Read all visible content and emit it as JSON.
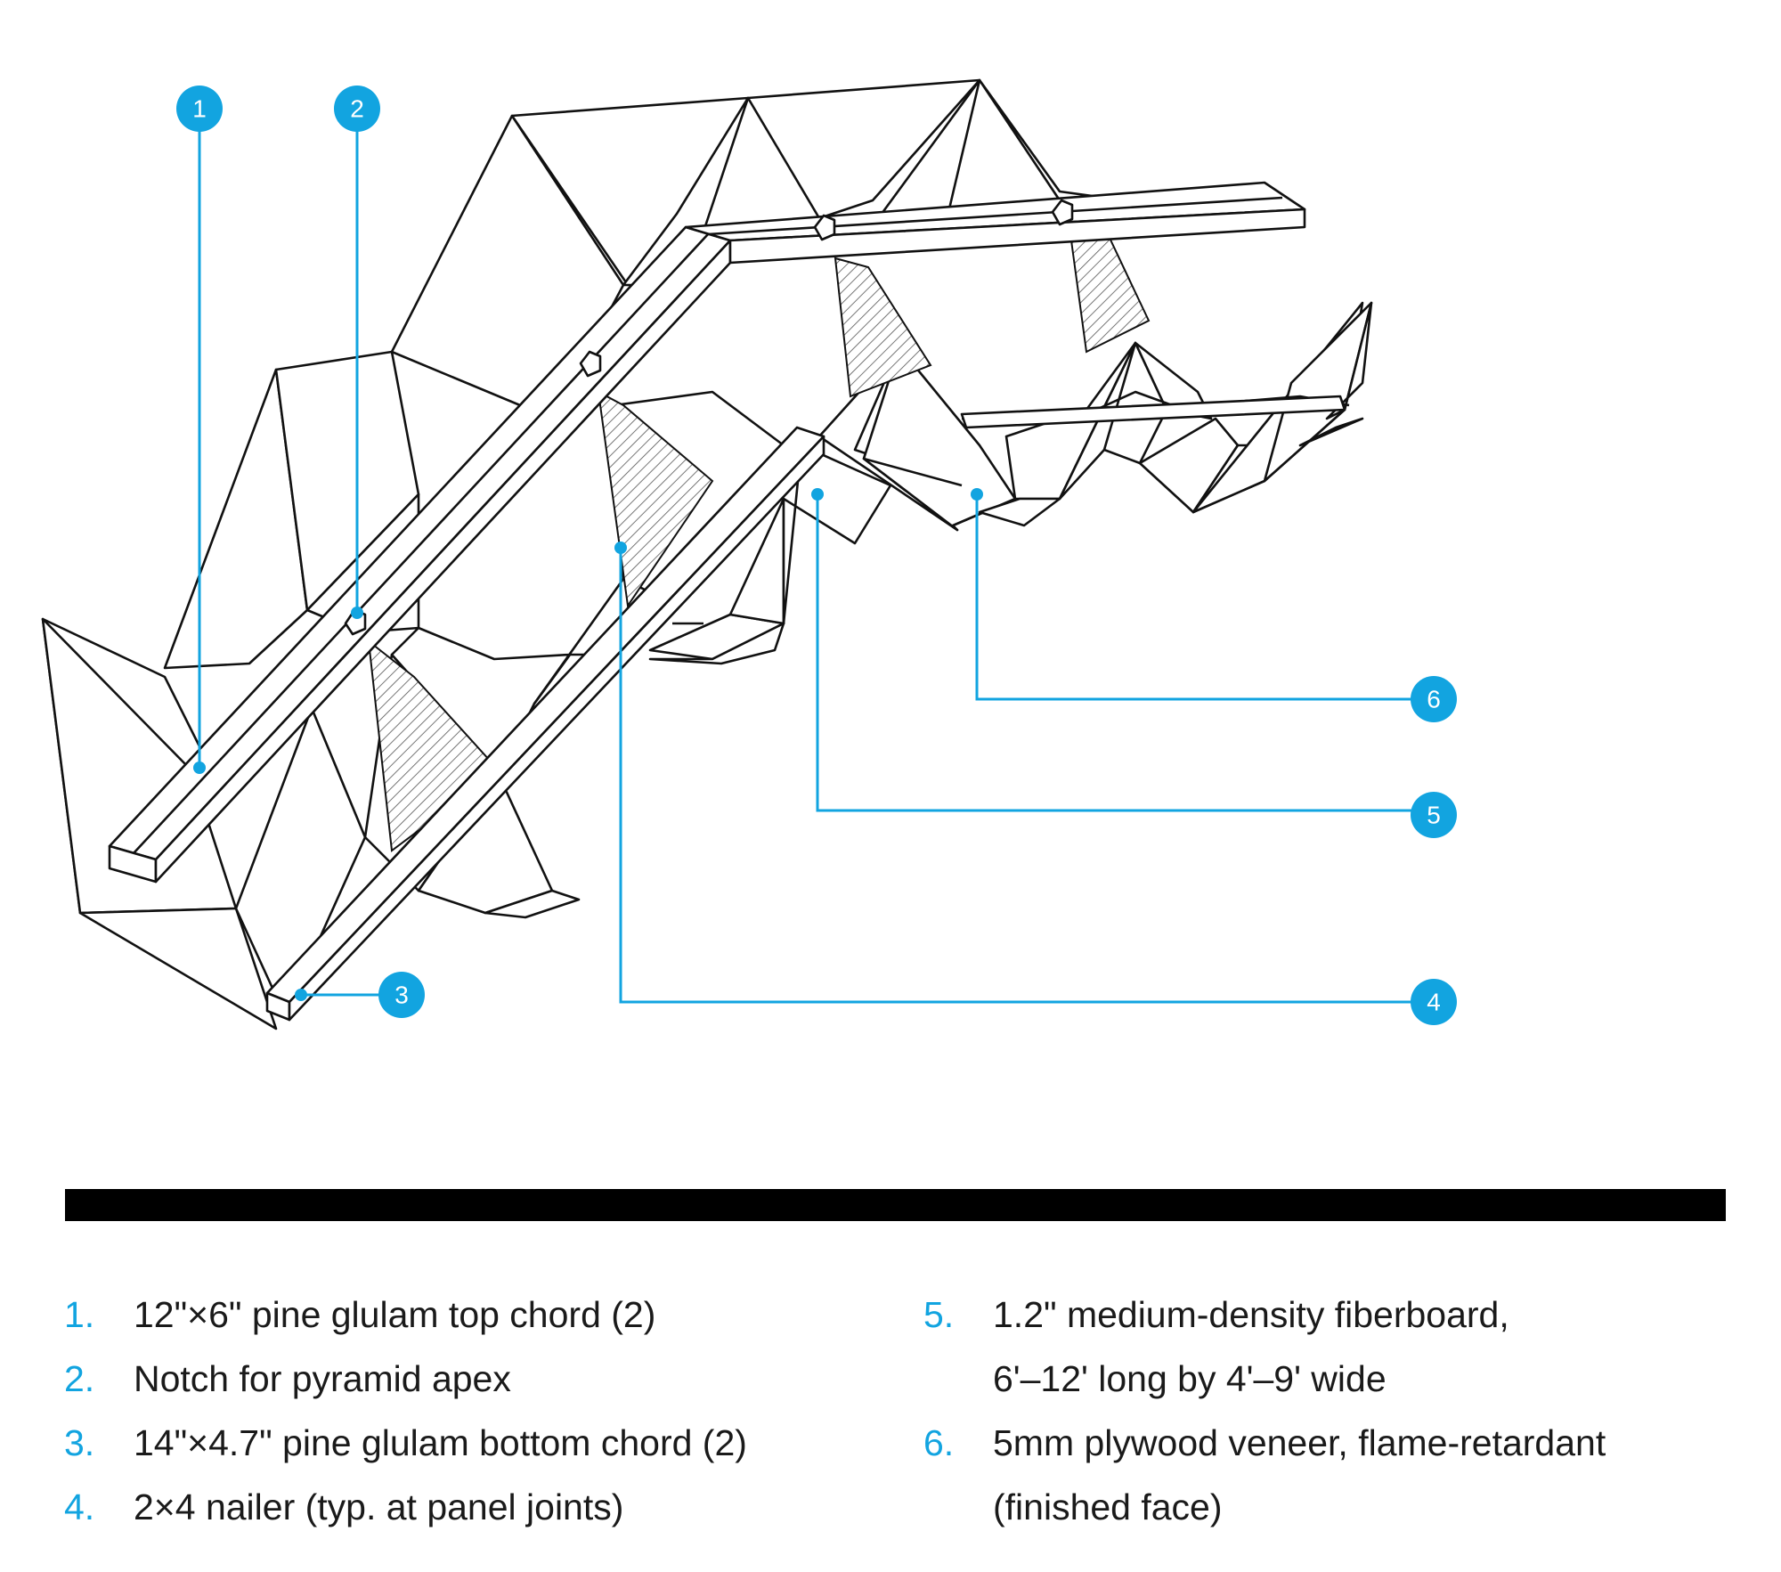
{
  "callouts": [
    {
      "id": "1",
      "label": "1"
    },
    {
      "id": "2",
      "label": "2"
    },
    {
      "id": "3",
      "label": "3"
    },
    {
      "id": "4",
      "label": "4"
    },
    {
      "id": "5",
      "label": "5"
    },
    {
      "id": "6",
      "label": "6"
    }
  ],
  "legend": {
    "left": [
      {
        "num": "1.",
        "text": "12\"×6\" pine glulam top chord (2)"
      },
      {
        "num": "2.",
        "text": "Notch for pyramid apex"
      },
      {
        "num": "3.",
        "text": "14\"×4.7\" pine glulam bottom chord (2)"
      },
      {
        "num": "4.",
        "text": "2×4 nailer (typ. at panel joints)"
      }
    ],
    "right": [
      {
        "num": "5.",
        "text": "1.2\" medium-density fiberboard,\n6'–12' long by 4'–9' wide"
      },
      {
        "num": "6.",
        "text": "5mm plywood veneer, flame-retardant\n(finished face)"
      }
    ]
  },
  "colors": {
    "accent": "#12a4e0",
    "ink": "#111111",
    "divider": "#000000"
  }
}
